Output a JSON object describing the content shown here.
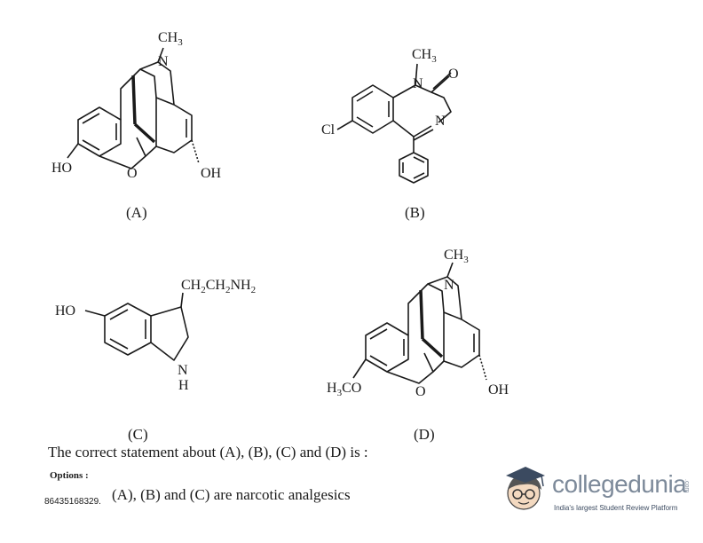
{
  "structures": {
    "A": {
      "label": "(A)",
      "methyl": "CH",
      "methyl_sub": "3",
      "n_atom": "N",
      "o_atom": "O",
      "ho": "HO",
      "oh": "OH"
    },
    "B": {
      "label": "(B)",
      "methyl": "CH",
      "methyl_sub": "3",
      "n1": "N",
      "n2": "N",
      "o_atom": "O",
      "cl": "Cl"
    },
    "C": {
      "label": "(C)",
      "sidechain_1": "CH",
      "sidechain_2": "CH",
      "sidechain_3": "NH",
      "sub": "2",
      "ho": "HO",
      "n_atom": "N",
      "h_atom": "H"
    },
    "D": {
      "label": "(D)",
      "methyl": "CH",
      "methyl_sub": "3",
      "n_atom": "N",
      "o_atom": "O",
      "h3co_h": "H",
      "h3co_sub": "3",
      "h3co_co": "CO",
      "oh": "OH"
    }
  },
  "question": "The correct statement about (A), (B), (C) and  (D) is :",
  "options_heading": "Options :",
  "option": {
    "id": "86435168329.",
    "text": "(A), (B) and (C) are narcotic analgesics"
  },
  "logo": {
    "name": "collegedunia",
    "tld": ".com",
    "tagline": "India's largest Student Review Platform"
  },
  "icons": [
    "student-mascot-icon"
  ],
  "colors": {
    "logo_text": "#7d8a9a",
    "tagline": "#3b4a60",
    "mascot_hair": "#555555"
  }
}
